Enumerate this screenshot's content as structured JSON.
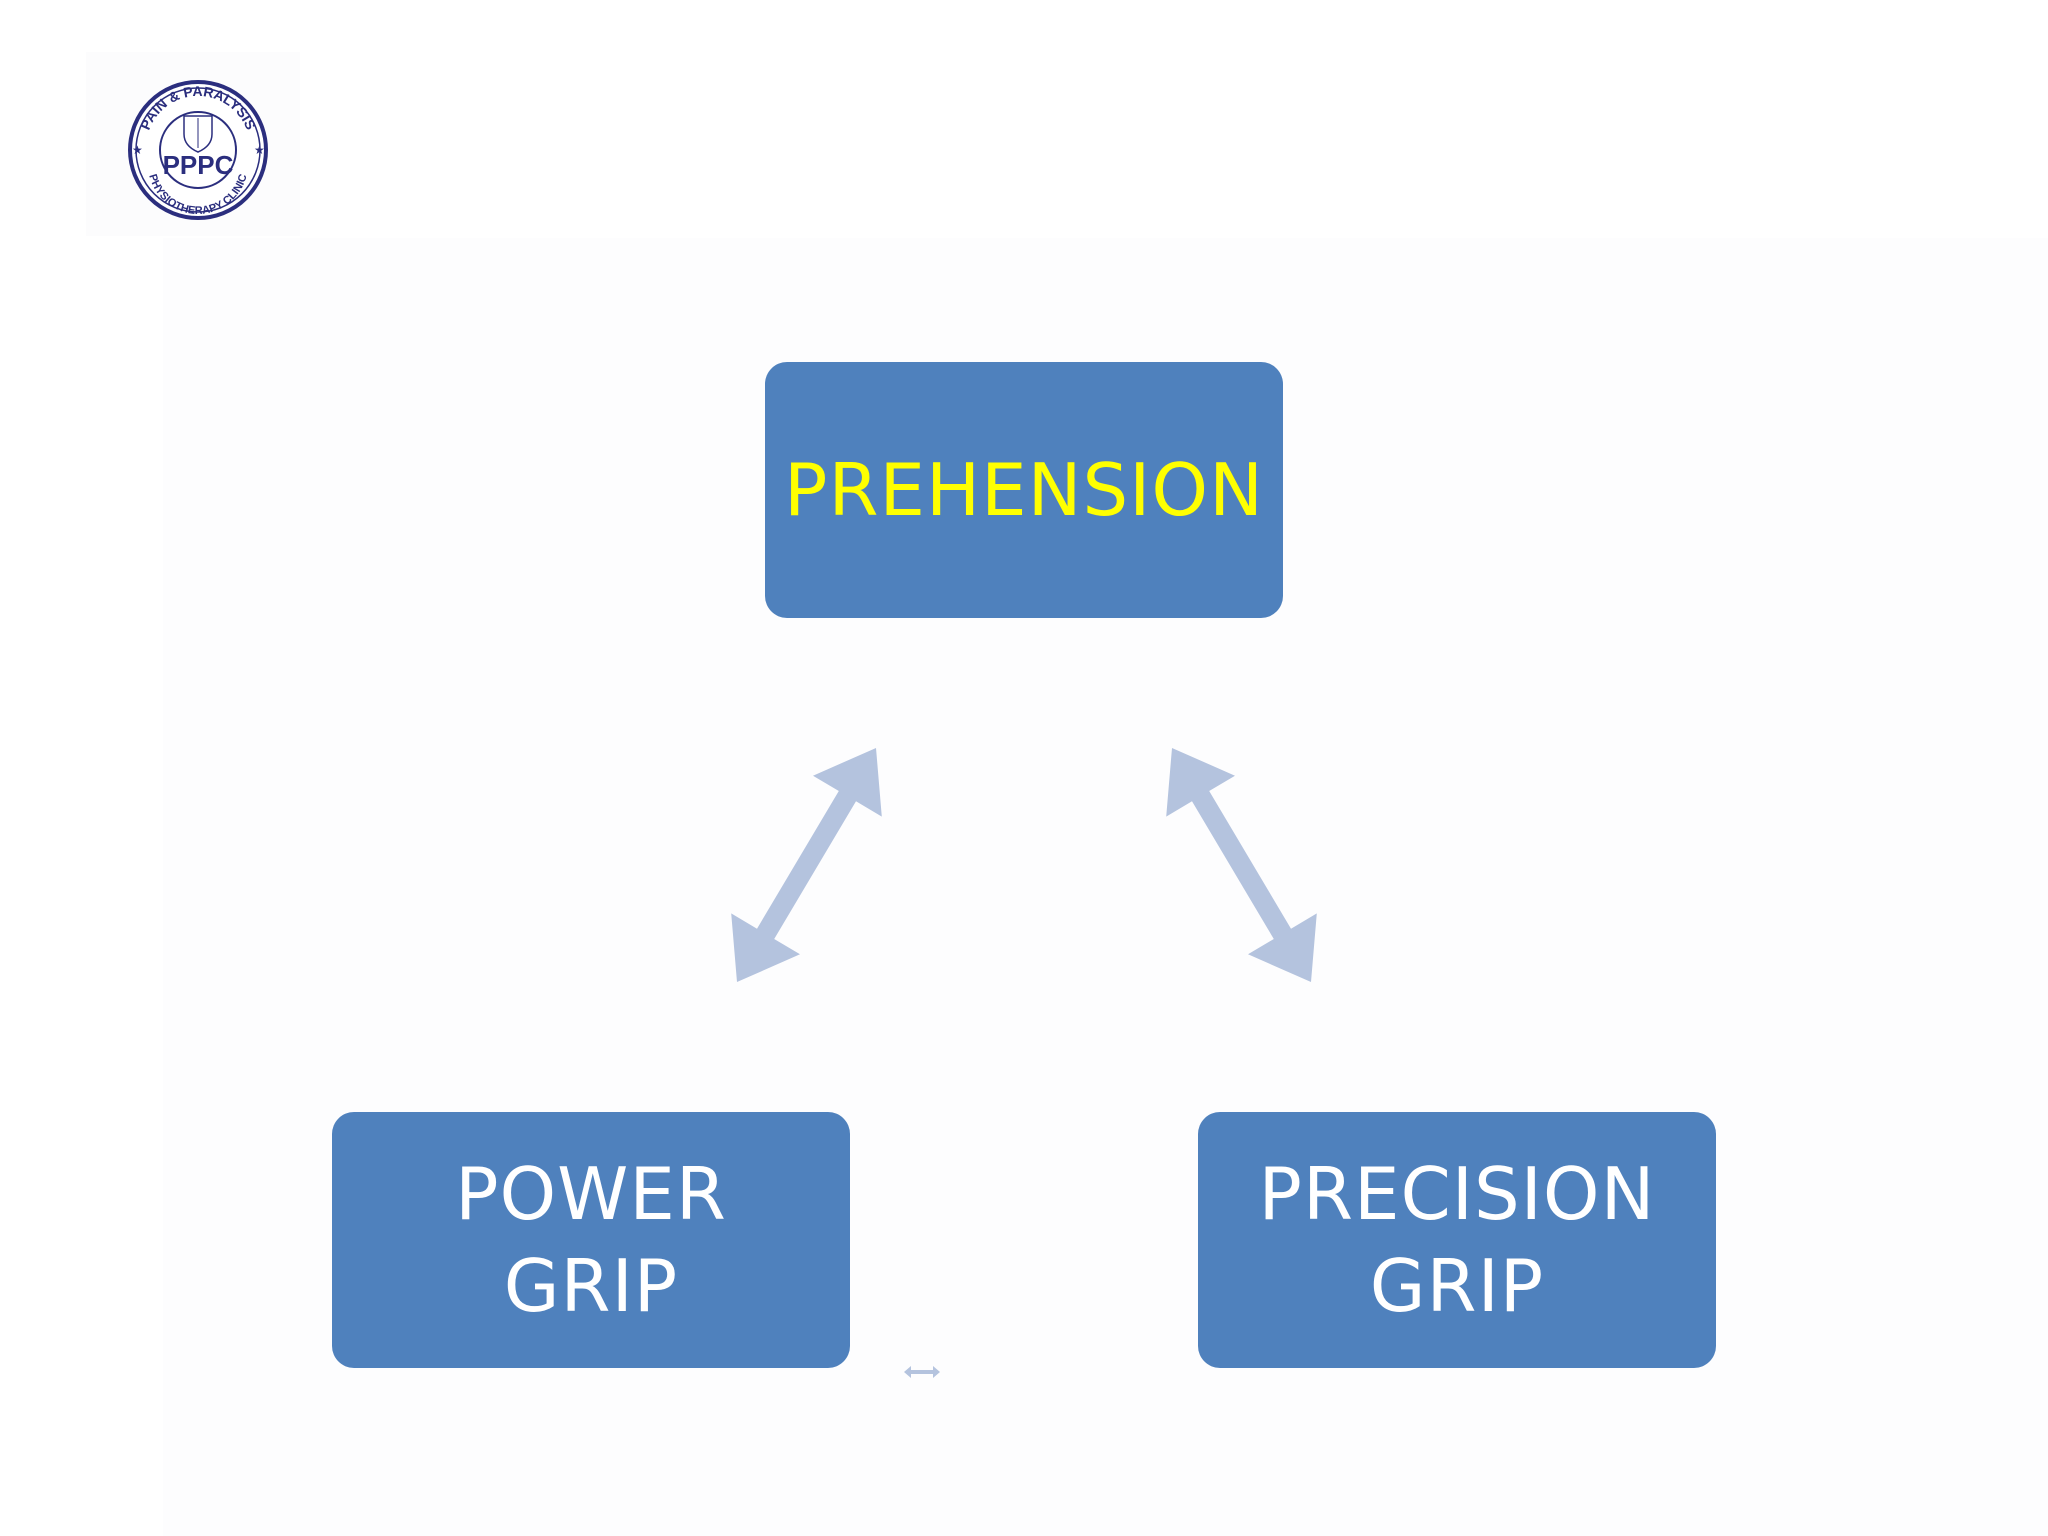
{
  "logo": {
    "initials": "PPPC",
    "ring_text_top": "PAIN & PARALYSIS",
    "ring_text_bottom": "PHYSIOTHERAPY CLINIC"
  },
  "diagram": {
    "nodes": [
      {
        "id": "top",
        "label": "PREHENSION",
        "text_color": "#FFFF00"
      },
      {
        "id": "left",
        "label": "POWER GRIP",
        "text_color": "#FFFFFF"
      },
      {
        "id": "right",
        "label": "PRECISION GRIP",
        "text_color": "#FFFFFF"
      }
    ],
    "edges": [
      {
        "from": "top",
        "to": "left",
        "style": "double-arrow"
      },
      {
        "from": "top",
        "to": "right",
        "style": "double-arrow"
      },
      {
        "from": "left",
        "to": "right",
        "style": "double-arrow-small"
      }
    ]
  },
  "colors": {
    "node_fill": "#4F81BD",
    "arrow_fill": "#B4C3DE",
    "logo_navy": "#2B2E7E"
  }
}
